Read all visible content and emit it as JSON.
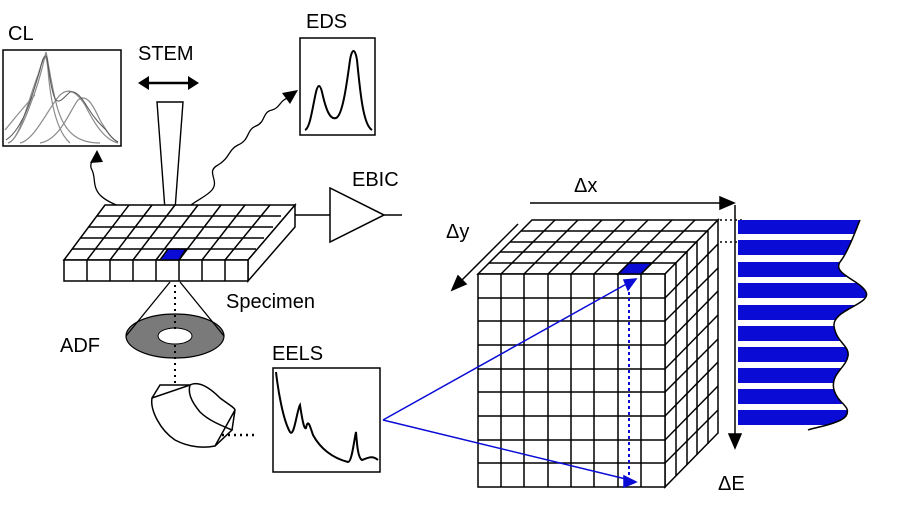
{
  "labels": {
    "cl": "CL",
    "stem": "STEM",
    "eds": "EDS",
    "ebic": "EBIC",
    "specimen": "Specimen",
    "adf": "ADF",
    "eels": "EELS",
    "dx": "Δx",
    "dy": "Δy",
    "de": "ΔE"
  },
  "colors": {
    "accent": "#0b0bd6",
    "line": "#000000",
    "cl_curves": "#8a8a8a",
    "detector": "#7a7a7a"
  }
}
